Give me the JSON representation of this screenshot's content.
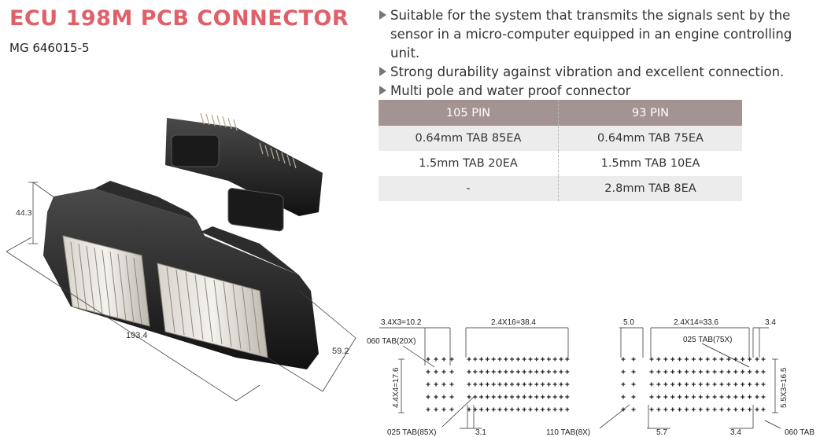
{
  "header": {
    "title": "ECU 198M PCB CONNECTOR",
    "part_number": "MG 646015-5"
  },
  "features": [
    "Suitable for the system that transmits the signals sent by the",
    "sensor in a micro-computer equipped in an engine controlling unit.",
    "Strong durability against vibration and excellent connection.",
    "Multi pole and water proof connector"
  ],
  "spec_table": {
    "headers": [
      "105 PIN",
      "93 PIN"
    ],
    "rows": [
      [
        "0.64mm TAB 85EA",
        "0.64mm TAB 75EA"
      ],
      [
        "1.5mm TAB 20EA",
        "1.5mm TAB 10EA"
      ],
      [
        "-",
        "2.8mm TAB 8EA"
      ]
    ]
  },
  "photo_dims": {
    "height": "44.3",
    "length": "193.4",
    "depth": "59.2"
  },
  "drawing_labels": {
    "left_top_a": "3.4X3=10.2",
    "left_top_b": "2.4X16=38.4",
    "left_tab_a": "060 TAB(20X)",
    "left_side": "4.4X4=17.6",
    "left_tab_b": "025 TAB(85X)",
    "left_bottom": "3.1",
    "right_top_a": "5.0",
    "right_top_b": "2.4X14=33.6",
    "right_top_c": "3.4",
    "right_tab_a": "025 TAB(75X)",
    "right_side": "5.5X3=16.5",
    "right_tab_b": "110 TAB(8X)",
    "right_bottom_a": "5.7",
    "right_bottom_b": "3.4",
    "right_tab_c": "060 TAB"
  },
  "colors": {
    "title": "#e0606a",
    "table_header": "#a39493",
    "table_shade": "#ececec"
  }
}
